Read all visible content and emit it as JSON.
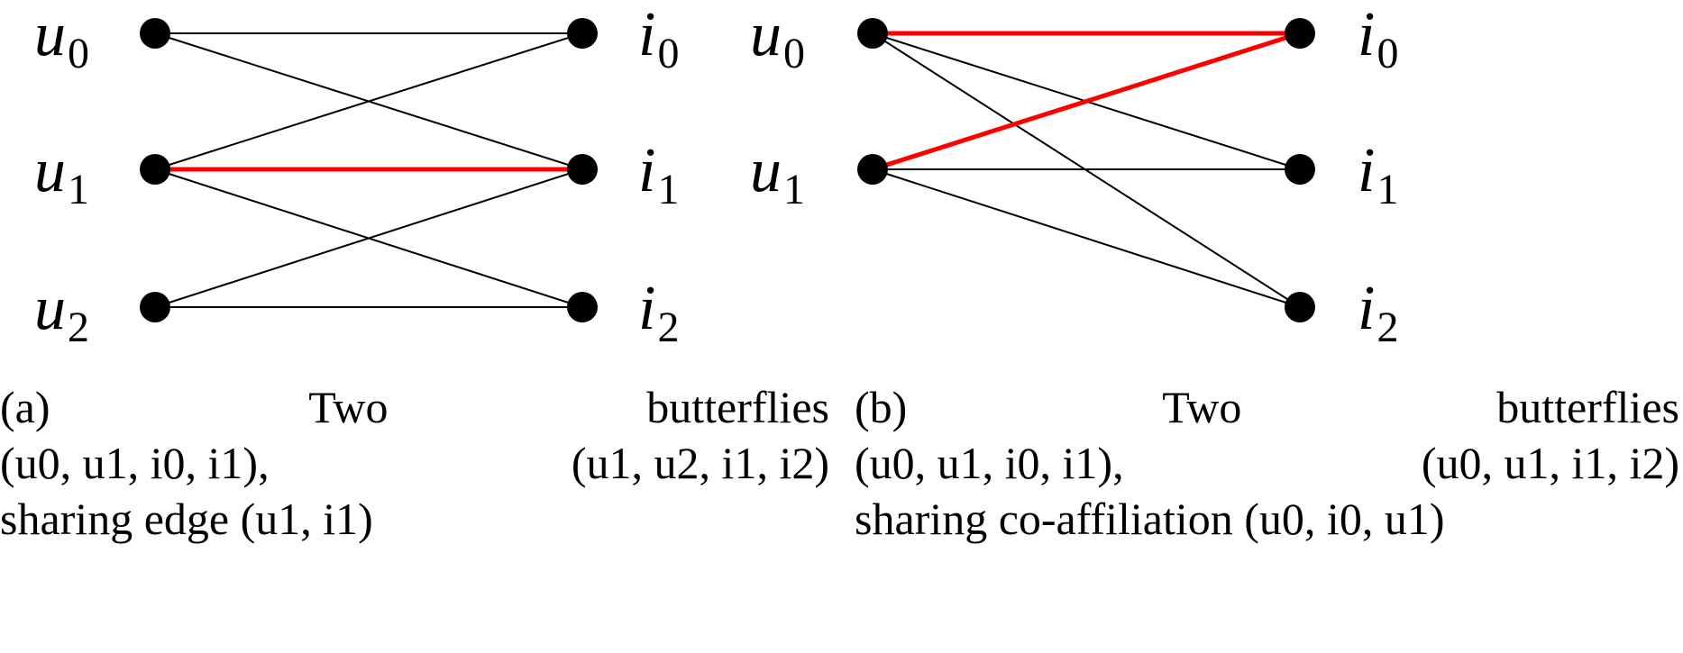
{
  "colors": {
    "edge": "#000000",
    "highlight": "#ff0000",
    "node": "#000000"
  },
  "panels": [
    {
      "id": "a",
      "users": [
        {
          "id": "u0",
          "base": "u",
          "sub": "0"
        },
        {
          "id": "u1",
          "base": "u",
          "sub": "1"
        },
        {
          "id": "u2",
          "base": "u",
          "sub": "2"
        }
      ],
      "items": [
        {
          "id": "i0",
          "base": "i",
          "sub": "0"
        },
        {
          "id": "i1",
          "base": "i",
          "sub": "1"
        },
        {
          "id": "i2",
          "base": "i",
          "sub": "2"
        }
      ],
      "edges": [
        {
          "from": "u0",
          "to": "i0",
          "highlight": false
        },
        {
          "from": "u0",
          "to": "i1",
          "highlight": false
        },
        {
          "from": "u1",
          "to": "i0",
          "highlight": false
        },
        {
          "from": "u1",
          "to": "i1",
          "highlight": true
        },
        {
          "from": "u1",
          "to": "i2",
          "highlight": false
        },
        {
          "from": "u2",
          "to": "i1",
          "highlight": false
        },
        {
          "from": "u2",
          "to": "i2",
          "highlight": false
        }
      ],
      "caption": {
        "label": "(a)",
        "word1": "Two",
        "word2": "butterflies",
        "tuple1": "(u0, u1, i0, i1),",
        "tuple2": "(u1, u2, i1, i2)",
        "sharing": "sharing edge",
        "shared": "(u1, i1)"
      }
    },
    {
      "id": "b",
      "users": [
        {
          "id": "u0",
          "base": "u",
          "sub": "0"
        },
        {
          "id": "u1",
          "base": "u",
          "sub": "1"
        }
      ],
      "items": [
        {
          "id": "i0",
          "base": "i",
          "sub": "0"
        },
        {
          "id": "i1",
          "base": "i",
          "sub": "1"
        },
        {
          "id": "i2",
          "base": "i",
          "sub": "2"
        }
      ],
      "edges": [
        {
          "from": "u0",
          "to": "i0",
          "highlight": true
        },
        {
          "from": "u0",
          "to": "i1",
          "highlight": false
        },
        {
          "from": "u0",
          "to": "i2",
          "highlight": false
        },
        {
          "from": "u1",
          "to": "i0",
          "highlight": true
        },
        {
          "from": "u1",
          "to": "i1",
          "highlight": false
        },
        {
          "from": "u1",
          "to": "i2",
          "highlight": false
        }
      ],
      "caption": {
        "label": "(b)",
        "word1": "Two",
        "word2": "butterflies",
        "tuple1": "(u0, u1, i0, i1),",
        "tuple2": "(u0, u1, i1, i2)",
        "sharing": "sharing co-affiliation",
        "shared": "(u0, i0, u1)"
      }
    }
  ]
}
